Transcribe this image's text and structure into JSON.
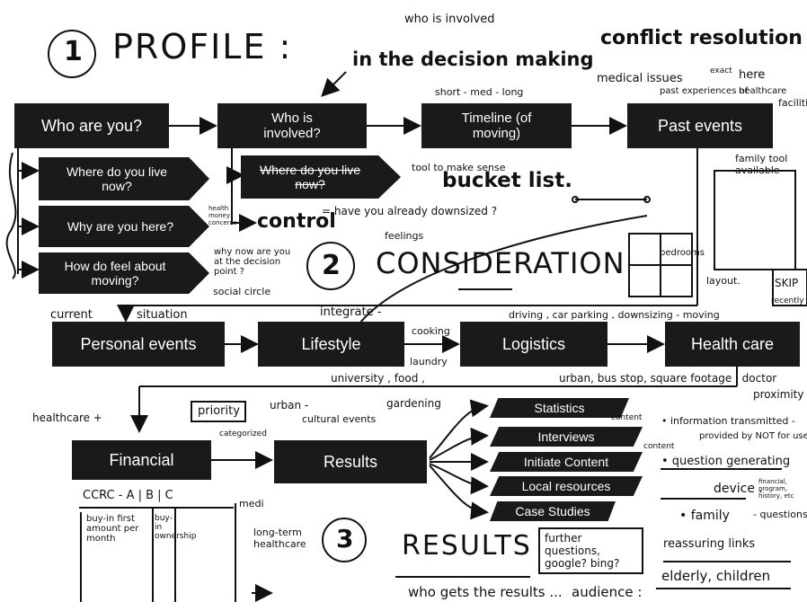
{
  "section1": {
    "number": "1",
    "title": "PROFILE :",
    "note_who": "who is involved",
    "note_decision": "in the decision making",
    "note_conflict": "conflict resolution",
    "note_medical": "medical issues",
    "note_exact": "exact",
    "note_here": "here",
    "note_past_exp": "past experiences of",
    "note_healthcare": "healthcare",
    "note_facilities": "facilities",
    "note_timeline": "short - med - long",
    "boxes": {
      "who_are_you": "Who are you?",
      "who_involved": "Who is involved?",
      "timeline": "Timeline (of moving)",
      "past_events": "Past events",
      "where_live_1": "Where do you live now?",
      "why_here": "Why are you here?",
      "how_feel": "How do feel about moving?",
      "where_live_2": "Where do you live now?"
    },
    "note_tool": "tool to make sense",
    "note_bucket": "bucket list.",
    "note_control": "control",
    "note_downsized": "= have you already downsized ?",
    "note_health_concerns": "health money concerns",
    "note_why_now": "why now are you at the decision point ?",
    "note_social": "social circle",
    "note_family_tool": "family tool available",
    "note_feelings": "feelings"
  },
  "section2": {
    "number": "2",
    "title": "CONSIDERATION",
    "note_bedrooms": "bedrooms",
    "note_layout": "layout.",
    "note_skip": "SKIP",
    "note_recently": "recently",
    "note_current": "current",
    "note_situation": "situation",
    "note_integrate": "integrate -",
    "note_cooking": "cooking",
    "note_laundry": "laundry",
    "note_driving": "driving , car parking , downsizing - moving",
    "boxes": {
      "personal": "Personal events",
      "lifestyle": "Lifestyle",
      "logistics": "Logistics",
      "health": "Health care",
      "financial": "Financial",
      "results": "Results"
    },
    "note_university": "university , food ,",
    "note_urban_bus": "urban, bus stop, square footage , doctor",
    "note_proximity": "proximity",
    "note_urban": "urban -",
    "note_gardening": "gardening",
    "note_cultural": "cultural events",
    "note_priority": "priority",
    "note_categorized": "categorized",
    "note_healthcare_plus": "healthcare +",
    "note_content": "content",
    "note_content2": "content",
    "note_info": "• information transmitted -",
    "note_provided": "provided by NOT for use",
    "note_question_gen": "• question generating",
    "note_device": "device .",
    "note_financial_small": "financial, program, history, etc",
    "note_family": "• family",
    "note_questions": "- questions",
    "note_reassuring": "reassuring links",
    "results_items": [
      "Statistics",
      "Interviews",
      "Initiate Content",
      "Local resources",
      "Case Studies"
    ]
  },
  "table": {
    "header": "CCRC - A | B | C",
    "medi": "medi",
    "col_a": "buy-in first amount per month",
    "col_b": "buy- in ownership",
    "longterm": "long-term healthcare"
  },
  "section3": {
    "number": "3",
    "title": "RESULTS",
    "note_further": "further questions, google? bing?",
    "note_who_gets": "who gets the results ...",
    "note_audience": "audience :",
    "note_elderly": "elderly, children"
  }
}
